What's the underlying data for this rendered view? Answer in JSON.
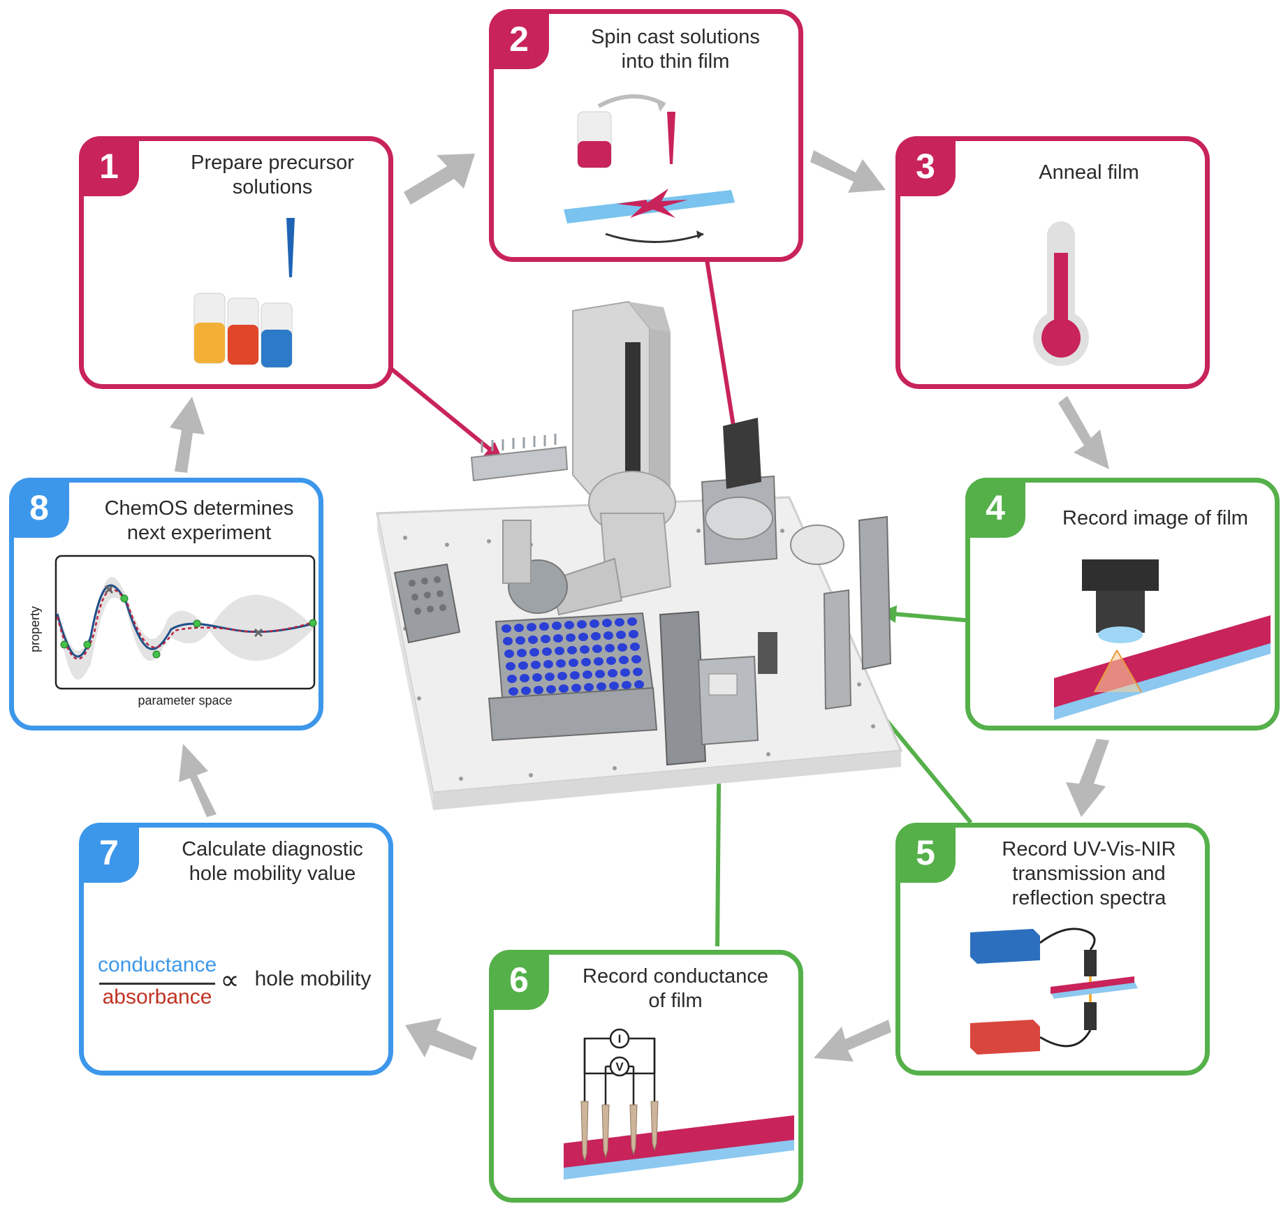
{
  "steps": [
    {
      "num": "1",
      "title": "Prepare precursor\nsolutions",
      "theme": "red"
    },
    {
      "num": "2",
      "title": "Spin cast solutions\ninto thin film",
      "theme": "red"
    },
    {
      "num": "3",
      "title": "Anneal film",
      "theme": "red"
    },
    {
      "num": "4",
      "title": "Record image of film",
      "theme": "green"
    },
    {
      "num": "5",
      "title": "Record UV-Vis-NIR\ntransmission and\nreflection spectra",
      "theme": "green"
    },
    {
      "num": "6",
      "title": "Record conductance\nof film",
      "theme": "green"
    },
    {
      "num": "7",
      "title": "Calculate diagnostic\nhole mobility value",
      "theme": "blue"
    },
    {
      "num": "8",
      "title": "ChemOS determines\nnext experiment",
      "theme": "blue"
    }
  ],
  "colors": {
    "red": "#c8235a",
    "green": "#55b04a",
    "blue": "#3c97ea",
    "arrow_gray": "#b8b8b8"
  },
  "plot": {
    "ylabel": "property",
    "xlabel": "parameter space"
  },
  "formula": {
    "numerator": "conductance",
    "denominator": "absorbance",
    "relation": "∝",
    "rhs": "hole mobility"
  },
  "circuit": {
    "current_symbol": "I",
    "voltage_symbol": "V"
  }
}
